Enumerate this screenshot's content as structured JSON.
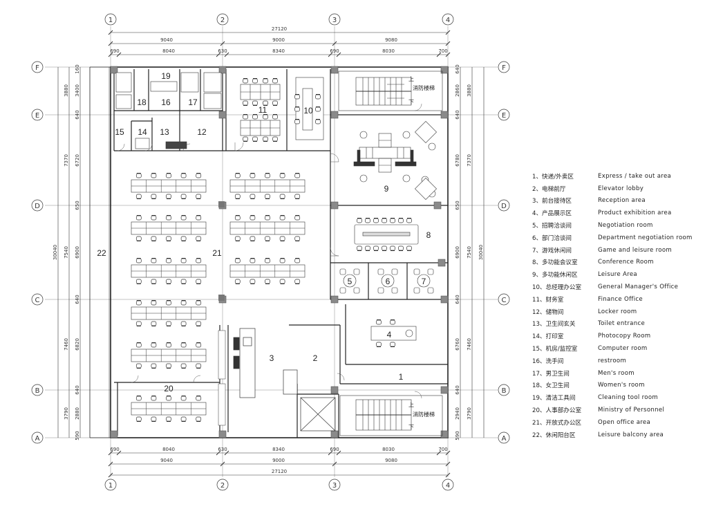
{
  "dims": {
    "top_overall": "27120",
    "top_row1": [
      "9040",
      "9000",
      "9080"
    ],
    "top_row2": [
      "690",
      "8040",
      "630",
      "8340",
      "690",
      "8030",
      "700"
    ],
    "bottom_overall": "27120",
    "bottom_row1": [
      "9040",
      "9000",
      "9080"
    ],
    "bottom_row2": [
      "690",
      "8040",
      "630",
      "8340",
      "690",
      "8030",
      "700"
    ],
    "left_overall": "30040",
    "left_outer": [
      "3880",
      "7370",
      "7540",
      "7460",
      "3790"
    ],
    "left_inner": [
      "160",
      "3400",
      "640",
      "6720",
      "650",
      "6900",
      "640",
      "6820",
      "640",
      "2880",
      "590"
    ],
    "right_overall": "30040",
    "right_outer": [
      "3880",
      "7370",
      "7540",
      "7460",
      "3790"
    ],
    "right_inner": [
      "640",
      "2860",
      "640",
      "6780",
      "650",
      "6900",
      "640",
      "6760",
      "640",
      "2940",
      "590"
    ]
  },
  "axes": {
    "columns": [
      "1",
      "2",
      "3",
      "4"
    ],
    "rows": [
      "F",
      "E",
      "D",
      "C",
      "B",
      "A"
    ]
  },
  "rooms": {
    "r1": "1",
    "r2": "2",
    "r3": "3",
    "r4": "4",
    "r5": "5",
    "r6": "6",
    "r7": "7",
    "r8": "8",
    "r9": "9",
    "r10": "10",
    "r11": "11",
    "r12": "12",
    "r13": "13",
    "r14": "14",
    "r15": "15",
    "r16": "16",
    "r17": "17",
    "r18": "18",
    "r19": "19",
    "r20": "20",
    "r21": "21",
    "r22": "22"
  },
  "stairs": {
    "top_label": "消防楼梯",
    "top_up": "上",
    "top_down": "下",
    "bottom_label": "消防楼梯",
    "bottom_up": "上",
    "bottom_down": "下"
  },
  "legend": [
    {
      "zh": "1、快递/外卖区",
      "en": "Express / take out area"
    },
    {
      "zh": "2、电梯前厅",
      "en": "Elevator lobby"
    },
    {
      "zh": "3、前台接待区",
      "en": "Reception area"
    },
    {
      "zh": "4、产品展示区",
      "en": "Product exhibition area"
    },
    {
      "zh": "5、招聘洽谈间",
      "en": "Negotiation room"
    },
    {
      "zh": "6、部门洽谈间",
      "en": "Department negotiation room"
    },
    {
      "zh": "7、游戏休闲间",
      "en": "Game and leisure room"
    },
    {
      "zh": "8、多功能会议室",
      "en": "Conference Room"
    },
    {
      "zh": "9、多功能休闲区",
      "en": "Leisure Area"
    },
    {
      "zh": "10、总经理办公室",
      "en": "General Manager's Office"
    },
    {
      "zh": "11、财务室",
      "en": "Finance Office"
    },
    {
      "zh": "12、储物间",
      "en": "Locker room"
    },
    {
      "zh": "13、卫生间玄关",
      "en": "Toilet entrance"
    },
    {
      "zh": "14、打印室",
      "en": "Photocopy Room"
    },
    {
      "zh": "15、机房/监控室",
      "en": "Computer room"
    },
    {
      "zh": "16、洗手间",
      "en": "restroom"
    },
    {
      "zh": "17、男卫生间",
      "en": "Men's room"
    },
    {
      "zh": "18、女卫生间",
      "en": "Women's room"
    },
    {
      "zh": "19、清洁工具间",
      "en": "Cleaning tool room"
    },
    {
      "zh": "20、人事部办公室",
      "en": "Ministry of Personnel"
    },
    {
      "zh": "21、开放式办公区",
      "en": "Open office area"
    },
    {
      "zh": "22、休闲阳台区",
      "en": "Leisure balcony area"
    }
  ]
}
